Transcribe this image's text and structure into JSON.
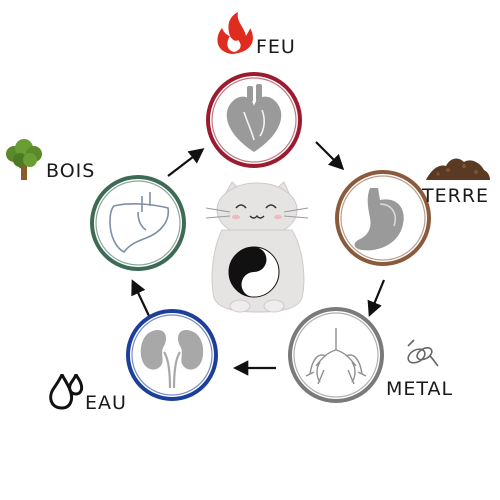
{
  "elements": {
    "feu": {
      "label": "FEU",
      "color": "#9b1c2f",
      "icon": "flame-icon",
      "organ": "heart-icon"
    },
    "terre": {
      "label": "TERRE",
      "color": "#8b5a3c",
      "icon": "soil-icon",
      "organ": "stomach-icon"
    },
    "metal": {
      "label": "METAL",
      "color": "#7a7a7a",
      "icon": "metal-icon",
      "organ": "lungs-icon"
    },
    "eau": {
      "label": "EAU",
      "color": "#1d3f9c",
      "icon": "water-drops-icon",
      "organ": "kidneys-icon"
    },
    "bois": {
      "label": "BOIS",
      "color": "#3e6b55",
      "icon": "tree-icon",
      "organ": "liver-icon"
    }
  },
  "cycle": [
    "feu",
    "terre",
    "metal",
    "eau",
    "bois"
  ],
  "center": {
    "icon": "yin-yang-cat-icon"
  }
}
